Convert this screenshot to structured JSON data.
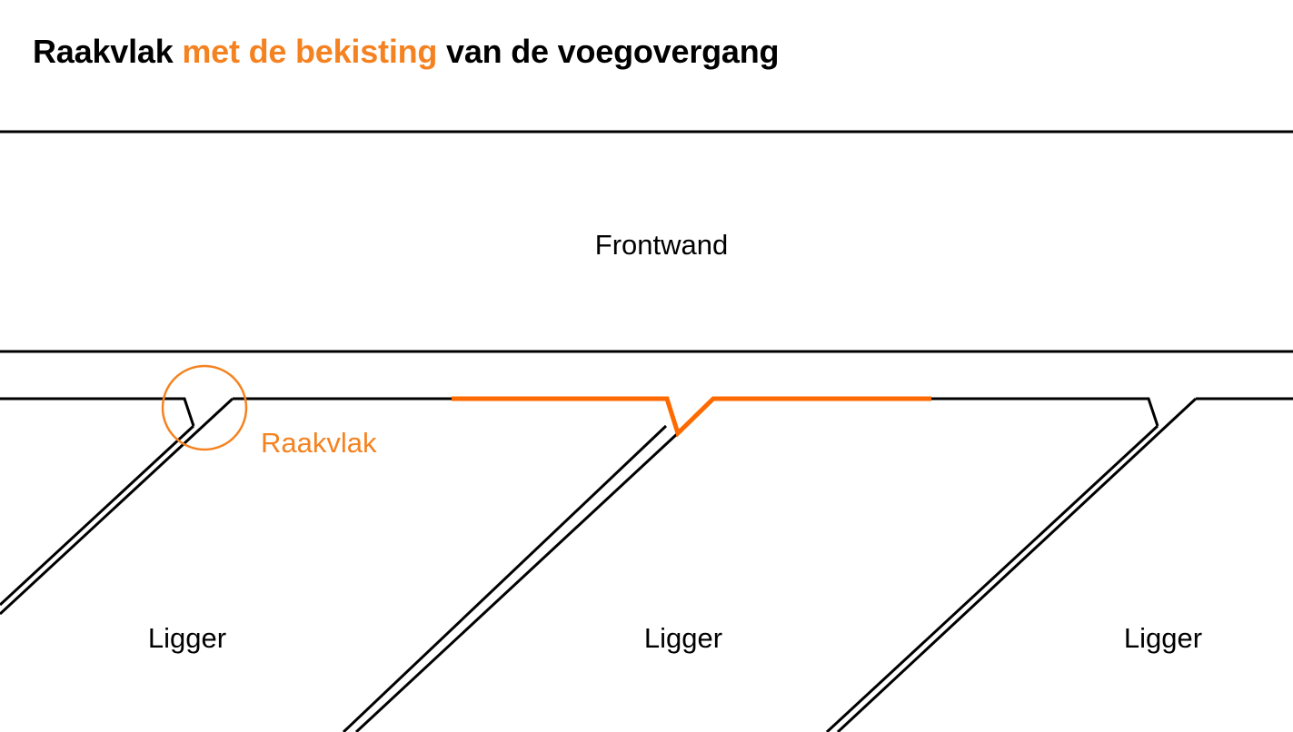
{
  "title": {
    "part1": "Raakvlak ",
    "part2": "met de bekisting",
    "part3": " van de voegovergang"
  },
  "labels": {
    "frontwand": "Frontwand",
    "raakvlak": "Raakvlak",
    "ligger_left": "Ligger",
    "ligger_middle": "Ligger",
    "ligger_right": "Ligger"
  },
  "colors": {
    "line": "#000000",
    "accent": "#f58220",
    "highlight": "#ff6a00"
  }
}
